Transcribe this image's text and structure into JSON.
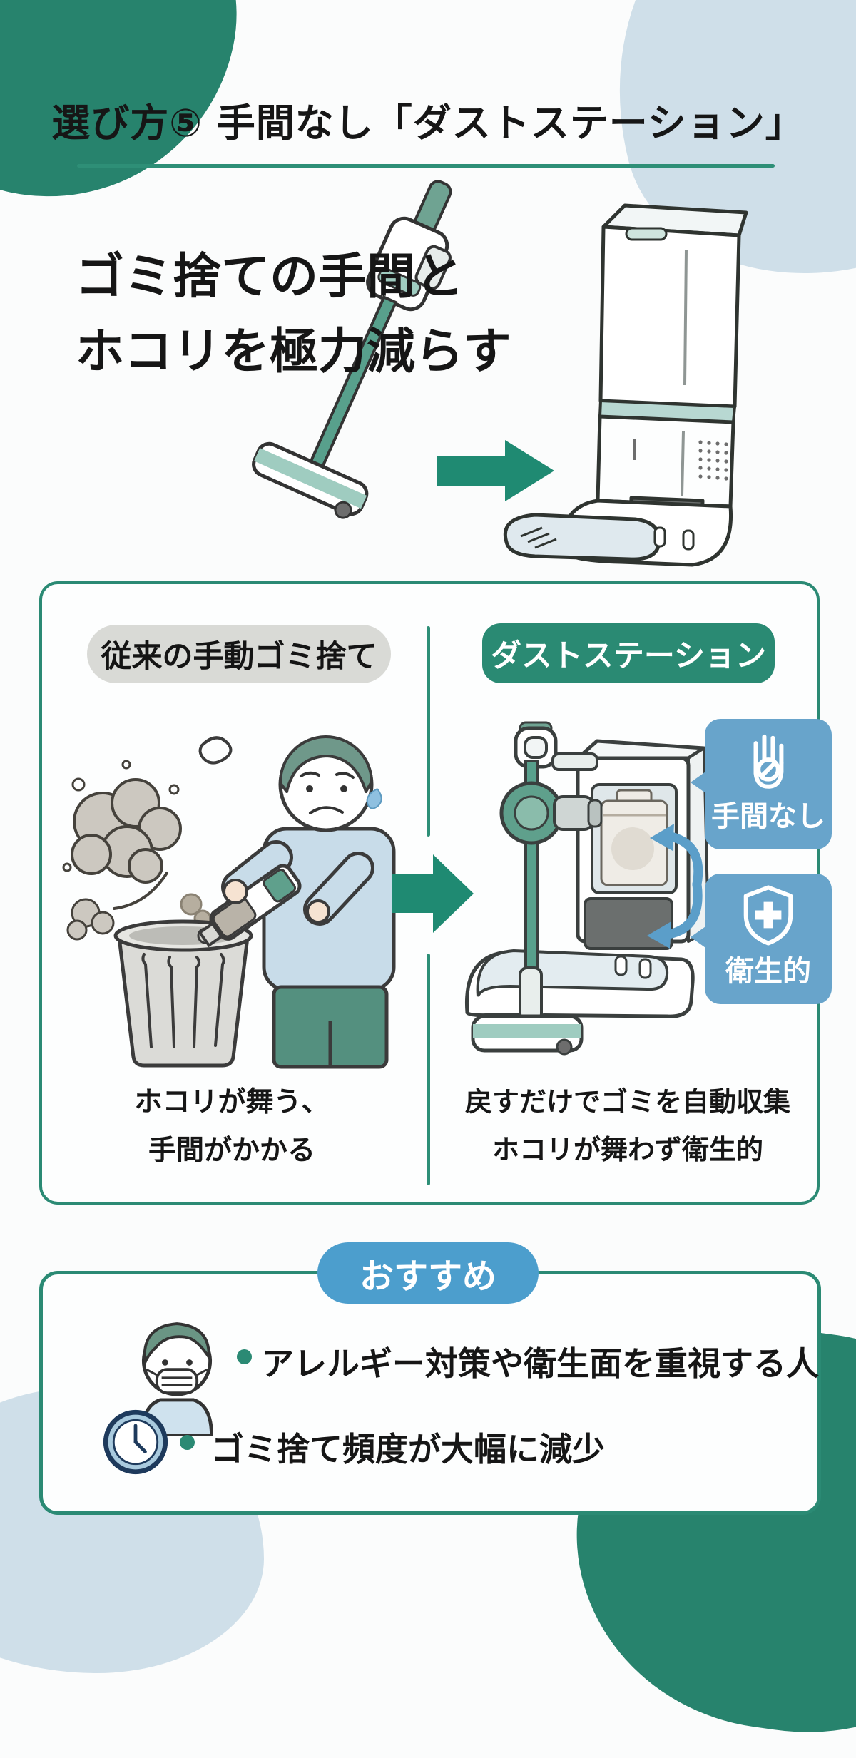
{
  "header": {
    "title": "選び方⑤ 手間なし「ダストステーション」"
  },
  "hero": {
    "heading_line1": "ゴミ捨ての手間と",
    "heading_line2": "ホコリを極力減らす"
  },
  "comparison": {
    "left": {
      "label": "従来の手動ゴミ捨て",
      "caption_line1": "ホコリが舞う、",
      "caption_line2": "手間がかかる"
    },
    "right": {
      "label": "ダストステーション",
      "caption_line1": "戻すだけでゴミを自動収集",
      "caption_line2": "ホコリが舞わず衛生的",
      "badges": [
        {
          "icon": "stop-hand-icon",
          "label": "手間なし"
        },
        {
          "icon": "shield-plus-icon",
          "label": "衛生的"
        }
      ]
    }
  },
  "recommend": {
    "title": "おすすめ",
    "items": [
      {
        "icon": "mask-person-icon",
        "text": "アレルギー対策や衛生面を重視する人"
      },
      {
        "icon": "clock-icon",
        "text": "ゴミ捨て頻度が大幅に減少"
      }
    ]
  },
  "colors": {
    "teal": "#2b8a74",
    "arrow_green": "#1f8a72",
    "badge_blue": "#68a4cb",
    "recommend_blue": "#4c9ecd",
    "light_blue_blob": "#cfdfe9",
    "gray_pill": "#d9dad6"
  }
}
